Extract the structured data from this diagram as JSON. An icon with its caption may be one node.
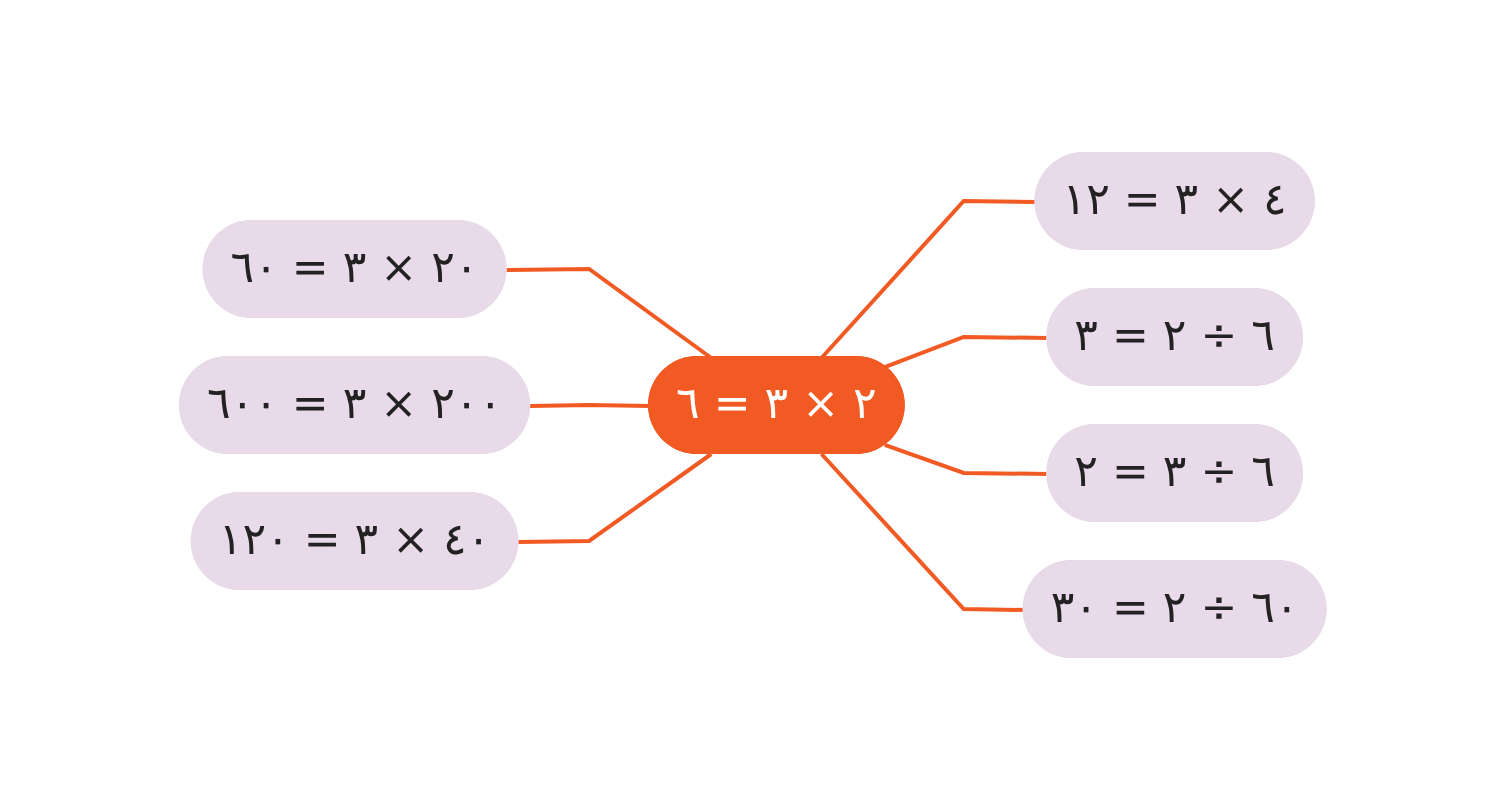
{
  "diagram": {
    "nodes": [
      {
        "text": [
          "٤ × ٣ = ١٢"
        ]
      },
      {
        "text": [
          "٢٠ × ٣ = ٦٠"
        ]
      },
      {
        "text": [
          "٦ ÷ ٢ = ٣"
        ]
      },
      {
        "text": [
          "٢٠٠ × ٣ = ٦٠٠"
        ]
      },
      {
        "text": [
          "٢ × ٣ = ٦"
        ]
      },
      {
        "text": [
          "٦ ÷ ٣ = ٢"
        ]
      },
      {
        "text": [
          "٤٠ × ٣ = ١٢٠"
        ]
      },
      {
        "text": [
          "٦٠ ÷ ٢ = ٣٠"
        ]
      }
    ],
    "edges": [
      {
        "from": 4,
        "to": 0,
        "arrow": "none"
      },
      {
        "from": 1,
        "to": 4,
        "arrow": "none"
      },
      {
        "from": 4,
        "to": 2,
        "arrow": "none"
      },
      {
        "from": 3,
        "to": 4,
        "arrow": "none"
      },
      {
        "from": 4,
        "to": 5,
        "arrow": "none"
      },
      {
        "from": 6,
        "to": 4,
        "arrow": "none"
      },
      {
        "from": 4,
        "to": 7,
        "arrow": "none"
      }
    ]
  }
}
